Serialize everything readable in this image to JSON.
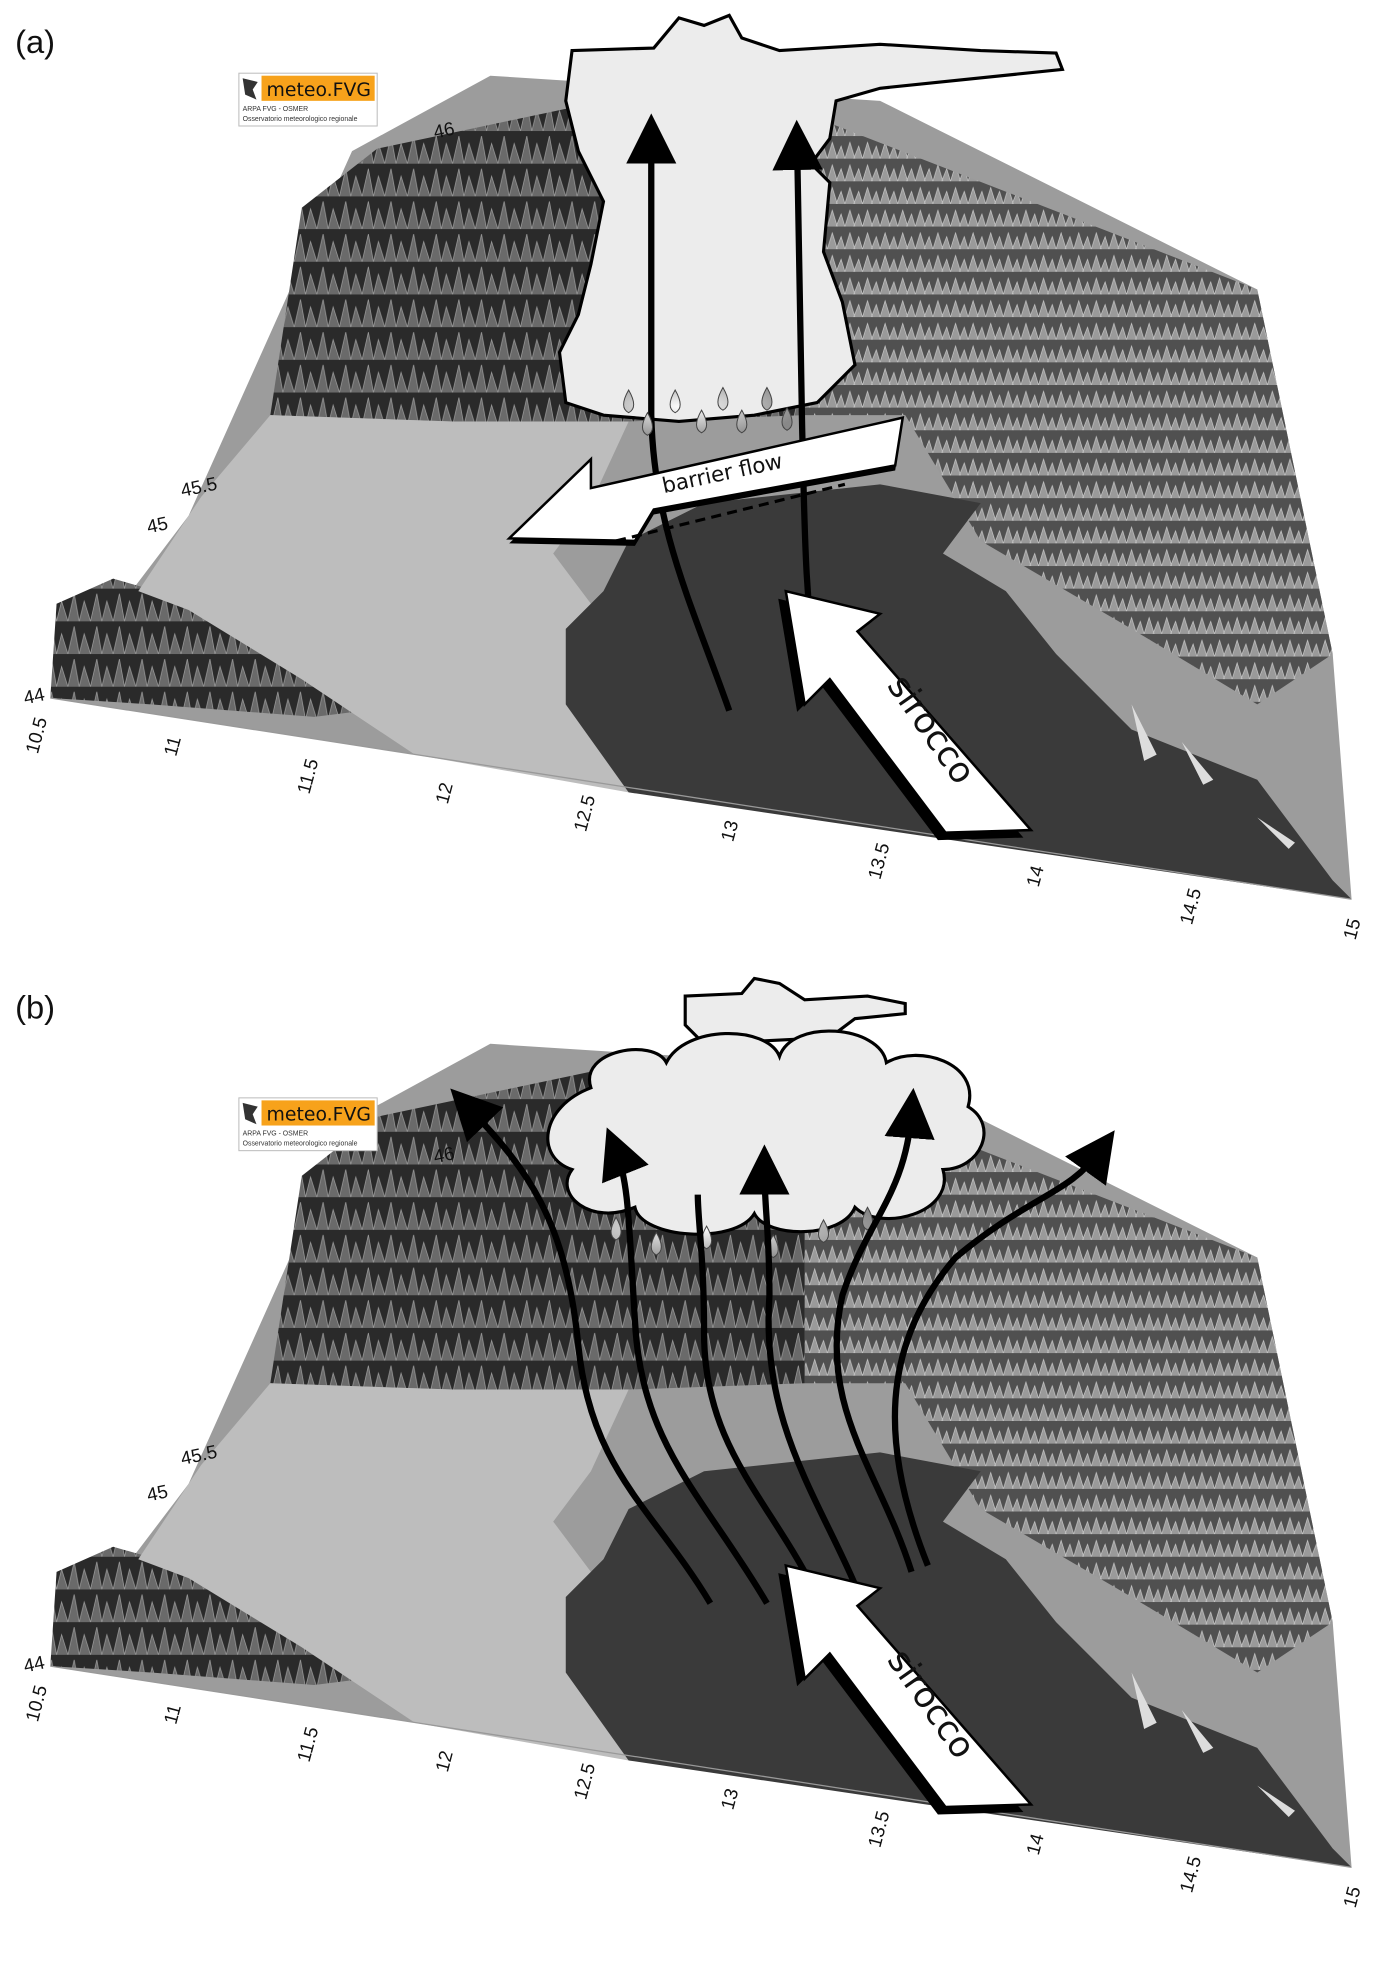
{
  "panels": [
    {
      "label": "(a)",
      "barrier_label": "barrier flow",
      "wind_label": "sirocco"
    },
    {
      "label": "(b)",
      "wind_label": "sirocco"
    }
  ],
  "logo": {
    "title": "meteo.FVG",
    "line1": "ARPA FVG - OSMER",
    "line2": "Osservatorio meteorologico regionale"
  },
  "longitude_ticks": [
    "10.5",
    "11",
    "11.5",
    "12",
    "12.5",
    "13",
    "13.5",
    "14",
    "14.5",
    "15"
  ],
  "latitude_ticks": [
    "44",
    "45",
    "45.5",
    "46"
  ],
  "colors": {
    "sea": "#3a3a3a",
    "plain": "#b8b8b8",
    "mountain": "#2b2b2b",
    "cloud": "#ececec",
    "logo": "#f7a21b"
  }
}
